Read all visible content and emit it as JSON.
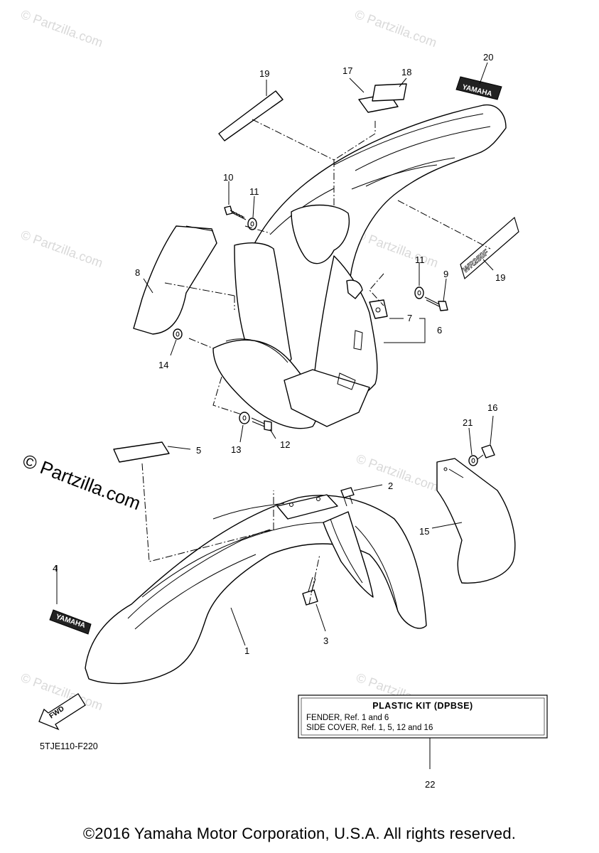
{
  "watermark": {
    "small_text": "© Partzilla.com",
    "large_text": "© Partzilla.com"
  },
  "callouts": [
    "1",
    "2",
    "3",
    "4",
    "5",
    "6",
    "7",
    "8",
    "9",
    "10",
    "11",
    "11",
    "12",
    "13",
    "14",
    "15",
    "16",
    "17",
    "18",
    "19",
    "19",
    "20",
    "21",
    "22"
  ],
  "decals": {
    "brand_front": "YAMAHA",
    "brand_rear": "YAMAHA",
    "side_model": "WR250F",
    "fwd_arrow": "FWD"
  },
  "kit_box": {
    "title": "PLASTIC KIT (DPBSE)",
    "line1": "FENDER, Ref. 1 and 6",
    "line2": "SIDE COVER, Ref. 1, 5, 12 and 16"
  },
  "diagram_code": "5TJE110-F220",
  "copyright": "©2016 Yamaha Motor Corporation, U.S.A. All rights reserved."
}
